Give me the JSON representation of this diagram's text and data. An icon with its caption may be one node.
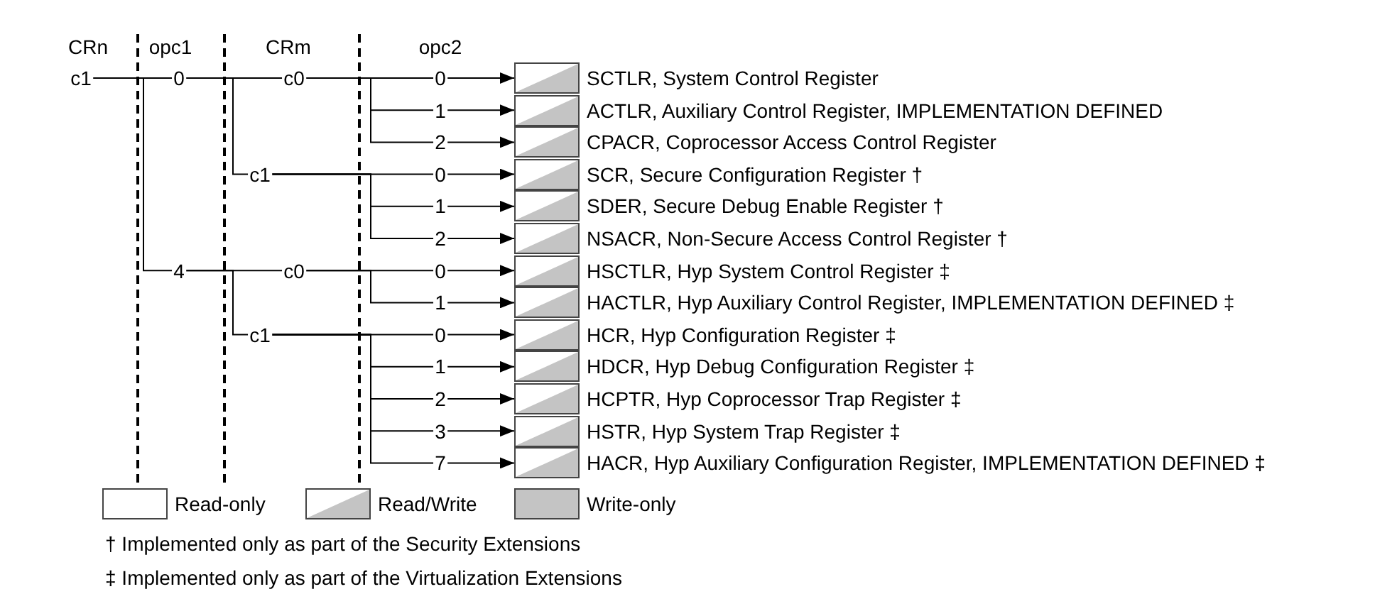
{
  "diagram": {
    "nodes": [
      {
        "text": [
          "c1"
        ]
      },
      {
        "text": [
          "0"
        ]
      },
      {
        "text": [
          "4"
        ]
      },
      {
        "text": [
          "c0"
        ]
      },
      {
        "text": [
          "c1"
        ]
      },
      {
        "text": [
          "c0"
        ]
      },
      {
        "text": [
          "c1"
        ]
      },
      {
        "text": [
          "0"
        ]
      },
      {
        "text": [
          "1"
        ]
      },
      {
        "text": [
          "2"
        ]
      },
      {
        "text": [
          "0"
        ]
      },
      {
        "text": [
          "1"
        ]
      },
      {
        "text": [
          "2"
        ]
      },
      {
        "text": [
          "0"
        ]
      },
      {
        "text": [
          "1"
        ]
      },
      {
        "text": [
          "0"
        ]
      },
      {
        "text": [
          "1"
        ]
      },
      {
        "text": [
          "2"
        ]
      },
      {
        "text": [
          "3"
        ]
      },
      {
        "text": [
          "7"
        ]
      },
      {
        "text": [],
        "shape": "box",
        "beside": [
          "SCTLR, System Control Register"
        ]
      },
      {
        "text": [],
        "shape": "box",
        "beside": [
          "ACTLR, Auxiliary Control Register, IMPLEMENTATION DEFINED"
        ]
      },
      {
        "text": [],
        "shape": "box",
        "beside": [
          "CPACR, Coprocessor Access Control Register"
        ]
      },
      {
        "text": [],
        "shape": "box",
        "beside": [
          "SCR, Secure Configuration Register †"
        ]
      },
      {
        "text": [],
        "shape": "box",
        "beside": [
          "SDER, Secure Debug Enable Register †"
        ]
      },
      {
        "text": [],
        "shape": "box",
        "beside": [
          "NSACR, Non-Secure Access Control Register †"
        ]
      },
      {
        "text": [],
        "shape": "box",
        "beside": [
          "HSCTLR, Hyp System Control Register ‡"
        ]
      },
      {
        "text": [],
        "shape": "box",
        "beside": [
          "HACTLR, Hyp Auxiliary Control Register, IMPLEMENTATION DEFINED ‡"
        ]
      },
      {
        "text": [],
        "shape": "box",
        "beside": [
          "HCR, Hyp Configuration Register ‡"
        ]
      },
      {
        "text": [],
        "shape": "box",
        "beside": [
          "HDCR, Hyp Debug Configuration Register ‡"
        ]
      },
      {
        "text": [],
        "shape": "box",
        "beside": [
          "HCPTR, Hyp Coprocessor Trap Register ‡"
        ]
      },
      {
        "text": [],
        "shape": "box",
        "beside": [
          "HSTR, Hyp System Trap Register ‡"
        ]
      },
      {
        "text": [],
        "shape": "box",
        "beside": [
          "HACR, Hyp Auxiliary Configuration Register, IMPLEMENTATION DEFINED ‡"
        ]
      }
    ],
    "edges": [
      {
        "from": 0,
        "to": 1,
        "arrow": "none"
      },
      {
        "from": 0,
        "to": 2,
        "arrow": "none"
      },
      {
        "from": 1,
        "to": 3,
        "arrow": "none"
      },
      {
        "from": 1,
        "to": 4,
        "arrow": "none"
      },
      {
        "from": 2,
        "to": 5,
        "arrow": "none"
      },
      {
        "from": 2,
        "to": 6,
        "arrow": "none"
      },
      {
        "from": 3,
        "to": 7,
        "arrow": "none"
      },
      {
        "from": 3,
        "to": 8,
        "arrow": "none"
      },
      {
        "from": 3,
        "to": 9,
        "arrow": "none"
      },
      {
        "from": 4,
        "to": 10,
        "arrow": "none"
      },
      {
        "from": 4,
        "to": 11,
        "arrow": "none"
      },
      {
        "from": 4,
        "to": 12,
        "arrow": "none"
      },
      {
        "from": 5,
        "to": 13,
        "arrow": "none"
      },
      {
        "from": 5,
        "to": 14,
        "arrow": "none"
      },
      {
        "from": 6,
        "to": 15,
        "arrow": "none"
      },
      {
        "from": 6,
        "to": 16,
        "arrow": "none"
      },
      {
        "from": 6,
        "to": 17,
        "arrow": "none"
      },
      {
        "from": 6,
        "to": 18,
        "arrow": "none"
      },
      {
        "from": 6,
        "to": 19,
        "arrow": "none"
      },
      {
        "from": 7,
        "to": 20,
        "arrow": "to"
      },
      {
        "from": 8,
        "to": 21,
        "arrow": "to"
      },
      {
        "from": 9,
        "to": 22,
        "arrow": "to"
      },
      {
        "from": 10,
        "to": 23,
        "arrow": "to"
      },
      {
        "from": 11,
        "to": 24,
        "arrow": "to"
      },
      {
        "from": 12,
        "to": 25,
        "arrow": "to"
      },
      {
        "from": 13,
        "to": 26,
        "arrow": "to"
      },
      {
        "from": 14,
        "to": 27,
        "arrow": "to"
      },
      {
        "from": 15,
        "to": 28,
        "arrow": "to"
      },
      {
        "from": 16,
        "to": 29,
        "arrow": "to"
      },
      {
        "from": 17,
        "to": 30,
        "arrow": "to"
      },
      {
        "from": 18,
        "to": 31,
        "arrow": "to"
      },
      {
        "from": 19,
        "to": 32,
        "arrow": "to"
      }
    ],
    "labels": [
      "CRn",
      "opc1",
      "CRm",
      "opc2",
      "† Implemented only as part of the Security Extensions",
      "‡ Implemented only as part of the Virtualization Extensions"
    ],
    "legend": [
      {
        "text": "Read-only",
        "color": "#ffffff"
      },
      {
        "text": "Read/Write"
      },
      {
        "text": "Write-only",
        "color": "#c4c4c4"
      }
    ]
  }
}
